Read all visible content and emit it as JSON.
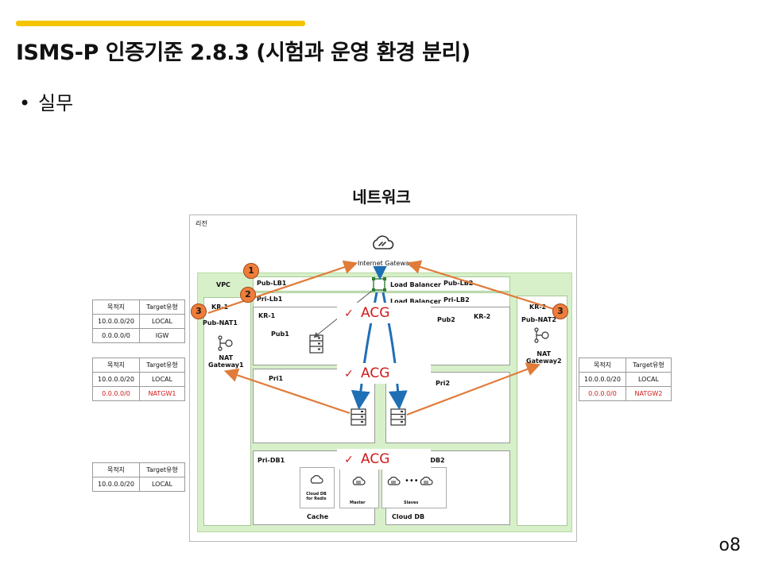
{
  "slide": {
    "title": "ISMS-P 인증기준 2.8.3 (시험과 운영 환경 분리)",
    "bullet": "실무",
    "page_number": "o8"
  },
  "diagram": {
    "title": "네트워크",
    "region_label": "리전",
    "vpc_label": "VPC",
    "kr1_label": "KR-1",
    "kr2_label": "KR-2",
    "pub_nat1_label": "Pub-NAT1",
    "pub_nat2_label": "Pub-NAT2",
    "nat_gateway1_label": "NAT\nGateway1",
    "nat_gateway2_label": "NAT\nGateway2",
    "internet_gateway_label": "Internet Gateway",
    "pub_lb1_label": "Pub-LB1",
    "pri_lb1_label": "Pri-Lb1",
    "pub_lb2_label": "Pub-LB2",
    "pri_lb2_label": "Pri-LB2",
    "load_balancer_label_1": "Load Balancer",
    "load_balancer_label_2": "Load Balancer",
    "pub1_label": "Pub1",
    "pub2_label": "Pub2",
    "kr1_inner_label": "KR-1",
    "kr2_inner_label": "KR-2",
    "pri1_label": "Pri1",
    "pri2_label": "Pri2",
    "pri_db1_label": "Pri-DB1",
    "pri_db2_label": "-DB2",
    "cloud_db_redis_label": "Cloud DB\nfor Redis",
    "master_label": "Master",
    "slaves_label": "Slaves",
    "cache_label": "Cache",
    "cloud_db_label": "Cloud DB",
    "acg_labels": [
      "ACG",
      "ACG",
      "ACG"
    ],
    "badges": [
      "1",
      "2",
      "3",
      "3"
    ]
  },
  "route_tables": [
    {
      "headers": [
        "목적지",
        "Target유형"
      ],
      "rows": [
        {
          "dest": "10.0.0.0/20",
          "target": "LOCAL",
          "highlight": false
        },
        {
          "dest": "0.0.0.0/0",
          "target": "IGW",
          "highlight": false
        }
      ]
    },
    {
      "headers": [
        "목적지",
        "Target유형"
      ],
      "rows": [
        {
          "dest": "10.0.0.0/20",
          "target": "LOCAL",
          "highlight": false
        },
        {
          "dest": "0.0.0.0/0",
          "target": "NATGW1",
          "highlight": true
        }
      ]
    },
    {
      "headers": [
        "목적지",
        "Target유형"
      ],
      "rows": [
        {
          "dest": "10.0.0.0/20",
          "target": "LOCAL",
          "highlight": false
        }
      ]
    },
    {
      "headers": [
        "목적지",
        "Target유형"
      ],
      "rows": [
        {
          "dest": "10.0.0.0/20",
          "target": "LOCAL",
          "highlight": false
        },
        {
          "dest": "0.0.0.0/0",
          "target": "NATGW2",
          "highlight": true
        }
      ]
    }
  ],
  "colors": {
    "accent_bar": "#f5c400",
    "vpc_fill": "#d7f0c9",
    "arrow_orange": "#e07b39",
    "arrow_blue": "#1f6fb5",
    "highlight_red": "#d11a1a"
  }
}
